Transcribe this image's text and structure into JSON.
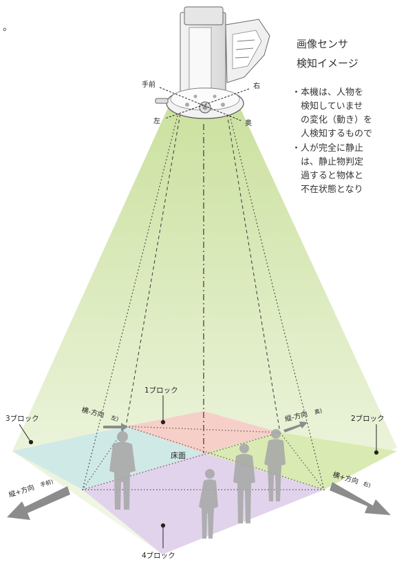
{
  "top_left_mark": "。",
  "title": [
    "画像センサ",
    "検知イメージ"
  ],
  "notes": [
    "・本機は、人物を",
    "検知していませ",
    "の変化（動き）を",
    "人検知するもので",
    "・人が完全に静止",
    "は、静止物判定",
    "過すると物体と",
    "不在状態となり"
  ],
  "sensor_labels": {
    "front": "手前",
    "right": "右",
    "left": "左",
    "back": "奥"
  },
  "blocks": {
    "b1": "1ブロック",
    "b2": "2ブロック",
    "b3": "3ブロック",
    "b4": "4ブロック"
  },
  "floor_label": "床面",
  "directions": {
    "yoko_minus_a": "横-方向",
    "yoko_minus_b": "左)",
    "tate_minus_a": "縦-方向",
    "tate_minus_b": "奥)",
    "tate_plus_a": "縦+方向",
    "tate_plus_b": "手前)",
    "yoko_plus_a": "横+方向",
    "yoko_plus_b": "右)"
  },
  "colors": {
    "cone_top": "#c9df9a",
    "cone_bottom": "#f3f8ea",
    "block1": "#f6cfc8",
    "block2": "#d9eab3",
    "block3": "#cfe9e6",
    "block4": "#e2d3ec",
    "silhouette": "#a9a9a9",
    "arrow": "#8c8c8c",
    "sensor_body": "#ececec",
    "line": "#222222"
  }
}
